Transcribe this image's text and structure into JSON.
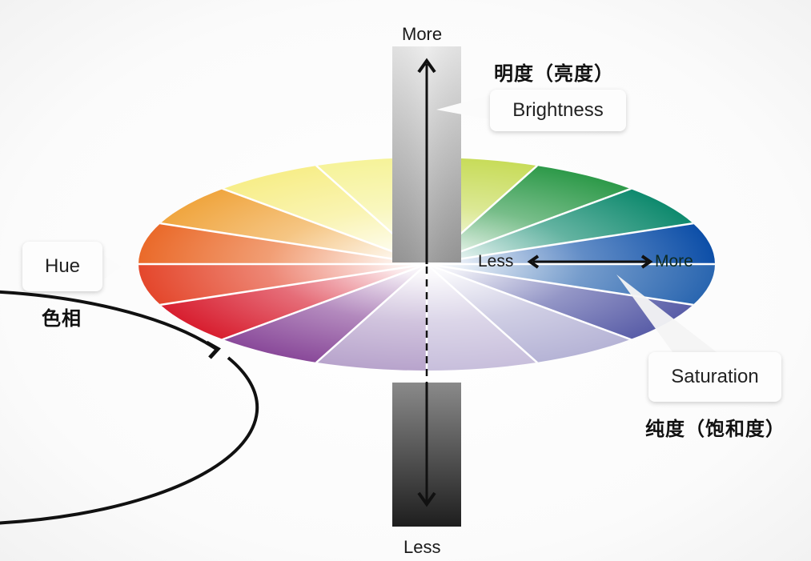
{
  "brightness": {
    "top_label": "More",
    "bottom_label": "Less",
    "callout_en": "Brightness",
    "title_cn": "明度（亮度）"
  },
  "hue": {
    "callout_en": "Hue",
    "title_cn": "色相"
  },
  "saturation": {
    "less_label": "Less",
    "more_label": "More",
    "callout_en": "Saturation",
    "title_cn": "纯度（饱和度）"
  },
  "wheel": {
    "segments": 16,
    "colors": [
      "#f7ee8a",
      "#f0a640",
      "#ea6a2a",
      "#e4472c",
      "#d81f30",
      "#8a4a9a",
      "#b8a4cc",
      "#c8bfdc",
      "#b6b4d6",
      "#5a5ea8",
      "#2a66b0",
      "#0d4fa8",
      "#0f8a6e",
      "#2e9a4a",
      "#c8dc5a",
      "#f6f39a"
    ]
  }
}
